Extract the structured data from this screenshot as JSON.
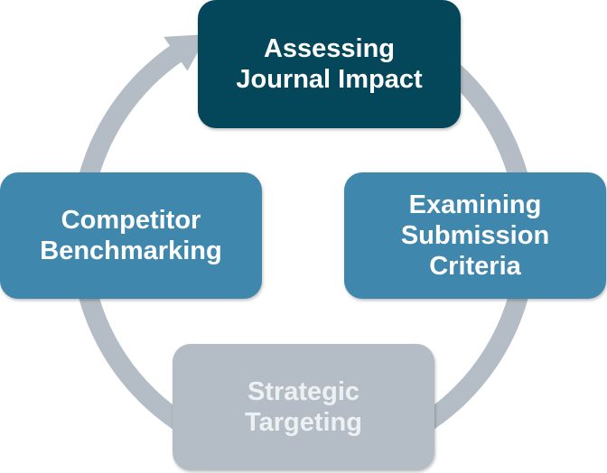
{
  "diagram": {
    "type": "cycle",
    "colors": {
      "ring": "#b4bdc5",
      "dark": "#04475a",
      "medium": "#3f87ad",
      "light": "#b4bdc5",
      "text": "#ffffff"
    },
    "steps": [
      {
        "id": "assessing",
        "lines": [
          "Assessing",
          "Journal Impact"
        ],
        "color": "#04475a"
      },
      {
        "id": "examining",
        "lines": [
          "Examining",
          "Submission",
          "Criteria"
        ],
        "color": "#3f87ad"
      },
      {
        "id": "strategic",
        "lines": [
          "Strategic",
          "Targeting"
        ],
        "color": "#b4bdc5",
        "text_color": "#eef1f3"
      },
      {
        "id": "competitor",
        "lines": [
          "Competitor",
          "Benchmarking"
        ],
        "color": "#3f87ad"
      }
    ],
    "direction": "clockwise"
  }
}
